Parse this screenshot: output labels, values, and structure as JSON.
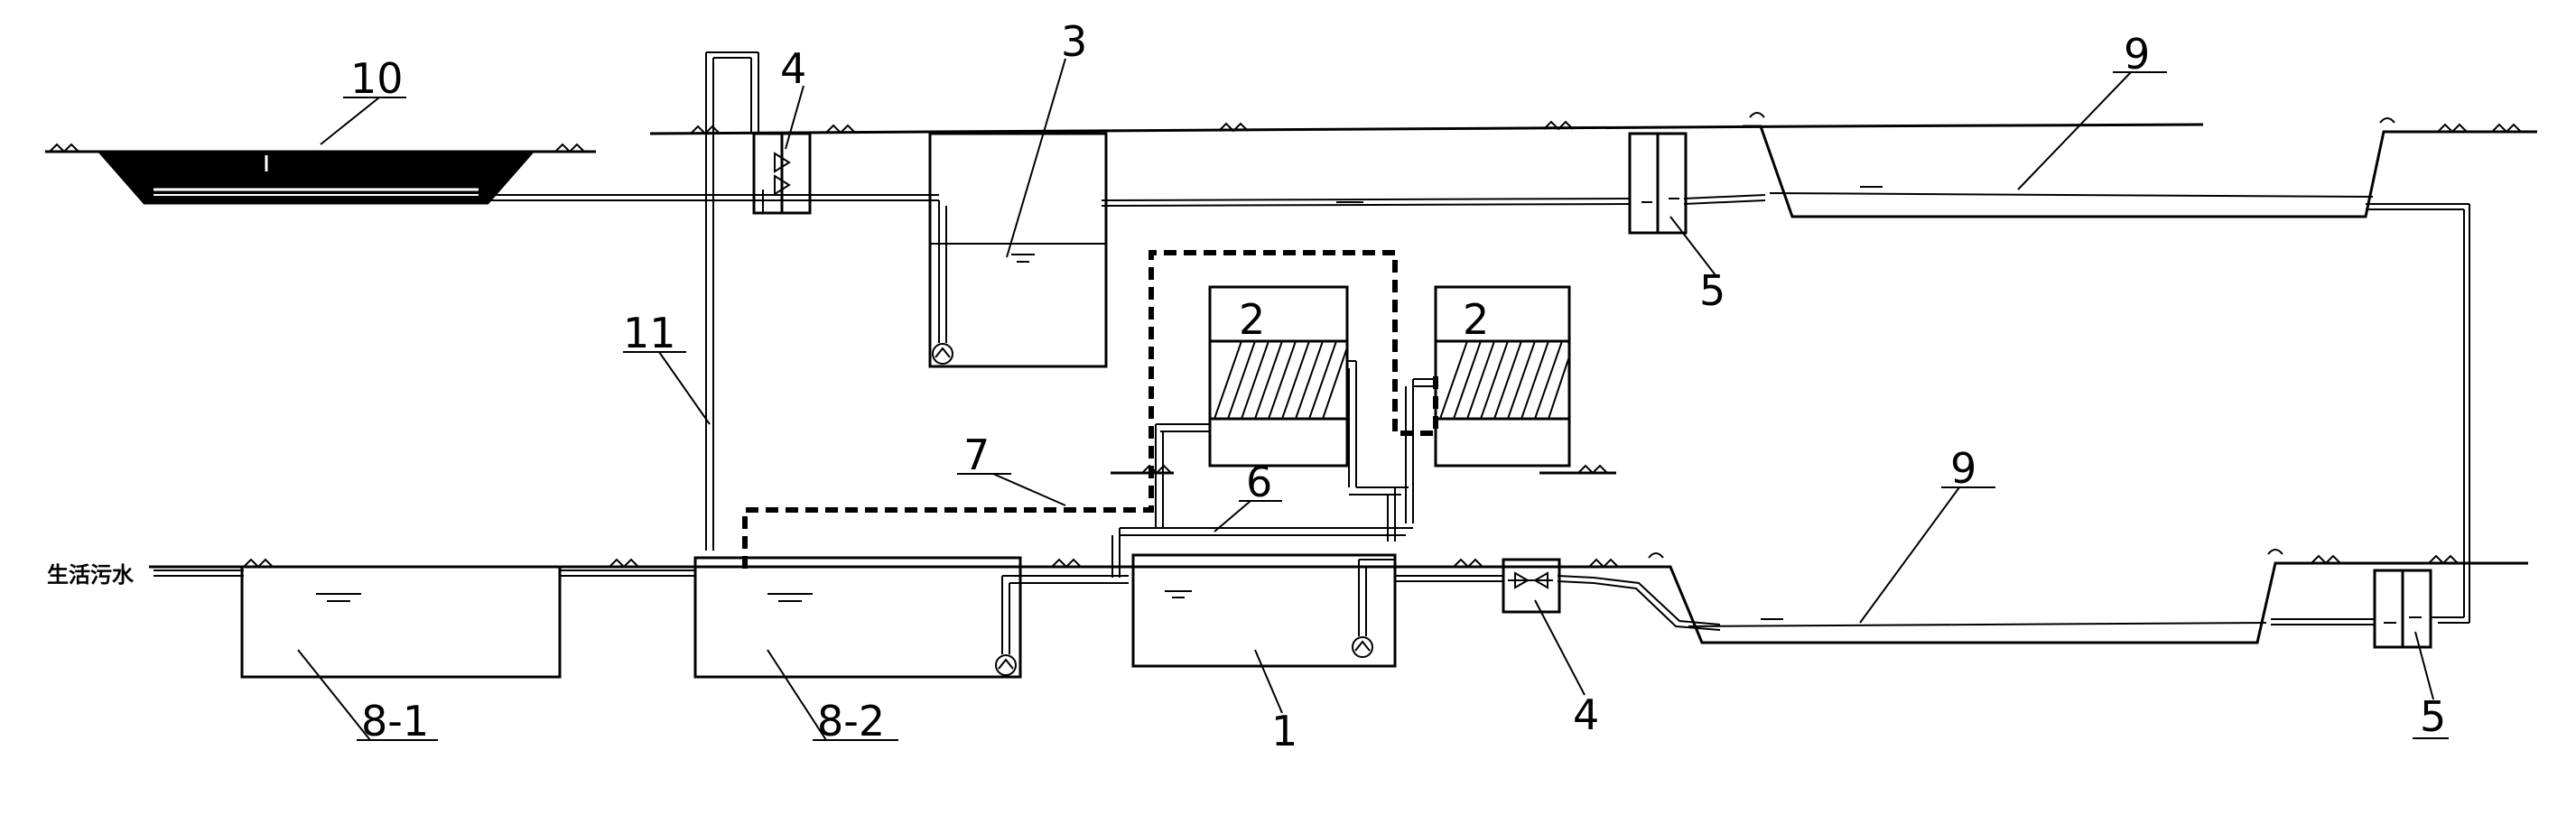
{
  "diagram": {
    "labels": {
      "l1": "1",
      "l2a": "2",
      "l2b": "2",
      "l3": "3",
      "l4a": "4",
      "l4b": "4",
      "l5a": "5",
      "l5b": "5",
      "l6": "6",
      "l7": "7",
      "l81": "8-1",
      "l82": "8-2",
      "l9a": "9",
      "l9b": "9",
      "l10": "10",
      "l11": "11"
    },
    "inlet_label": "生活污水"
  }
}
